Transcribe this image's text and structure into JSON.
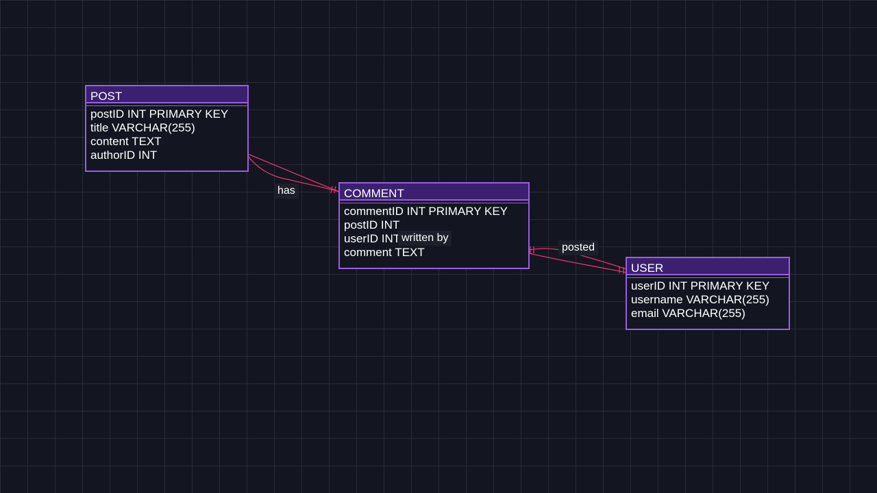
{
  "entities": {
    "post": {
      "name": "POST",
      "attributes": [
        "postID INT PRIMARY KEY",
        "title VARCHAR(255)",
        "content TEXT",
        "authorID INT"
      ]
    },
    "comment": {
      "name": "COMMENT",
      "attributes": [
        "commentID INT PRIMARY KEY",
        "postID INT",
        "userID INT",
        "comment TEXT"
      ]
    },
    "user": {
      "name": "USER",
      "attributes": [
        "userID INT PRIMARY KEY",
        "username VARCHAR(255)",
        "email VARCHAR(255)"
      ]
    }
  },
  "relationships": {
    "has": "has",
    "written_by": "written by",
    "posted": "posted"
  },
  "colors": {
    "background": "#131620",
    "grid": "#272b36",
    "entity_border": "#9b5de5",
    "entity_header": "#3b2070",
    "connector": "#e8336d",
    "label_bg": "#1d202a",
    "text": "#ffffff"
  }
}
